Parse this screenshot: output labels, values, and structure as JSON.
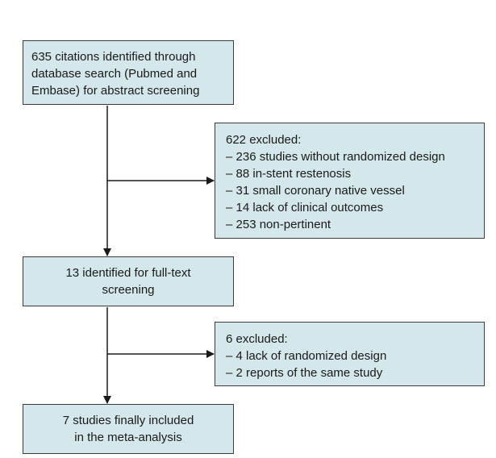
{
  "flowchart": {
    "identification": {
      "lines": [
        "635 citations identified through",
        "database search (Pubmed and",
        "Embase) for abstract screening"
      ]
    },
    "exclusion_1": {
      "title": "622 excluded:",
      "items": [
        "– 236 studies without randomized design",
        "– 88 in-stent restenosis",
        "– 31 small coronary native vessel",
        "– 14 lack of clinical outcomes",
        "– 253 non-pertinent"
      ]
    },
    "full_text": {
      "lines": [
        "13 identified for full-text",
        "screening"
      ]
    },
    "exclusion_2": {
      "title": "6 excluded:",
      "items": [
        "– 4 lack of randomized design",
        "– 2 reports of the same study"
      ]
    },
    "included": {
      "lines": [
        "7 studies finally included",
        "in the meta-analysis"
      ]
    }
  },
  "colors": {
    "box_fill": "#d4e7ea",
    "border": "#3c3c3c",
    "arrow": "#1a1a1a"
  }
}
